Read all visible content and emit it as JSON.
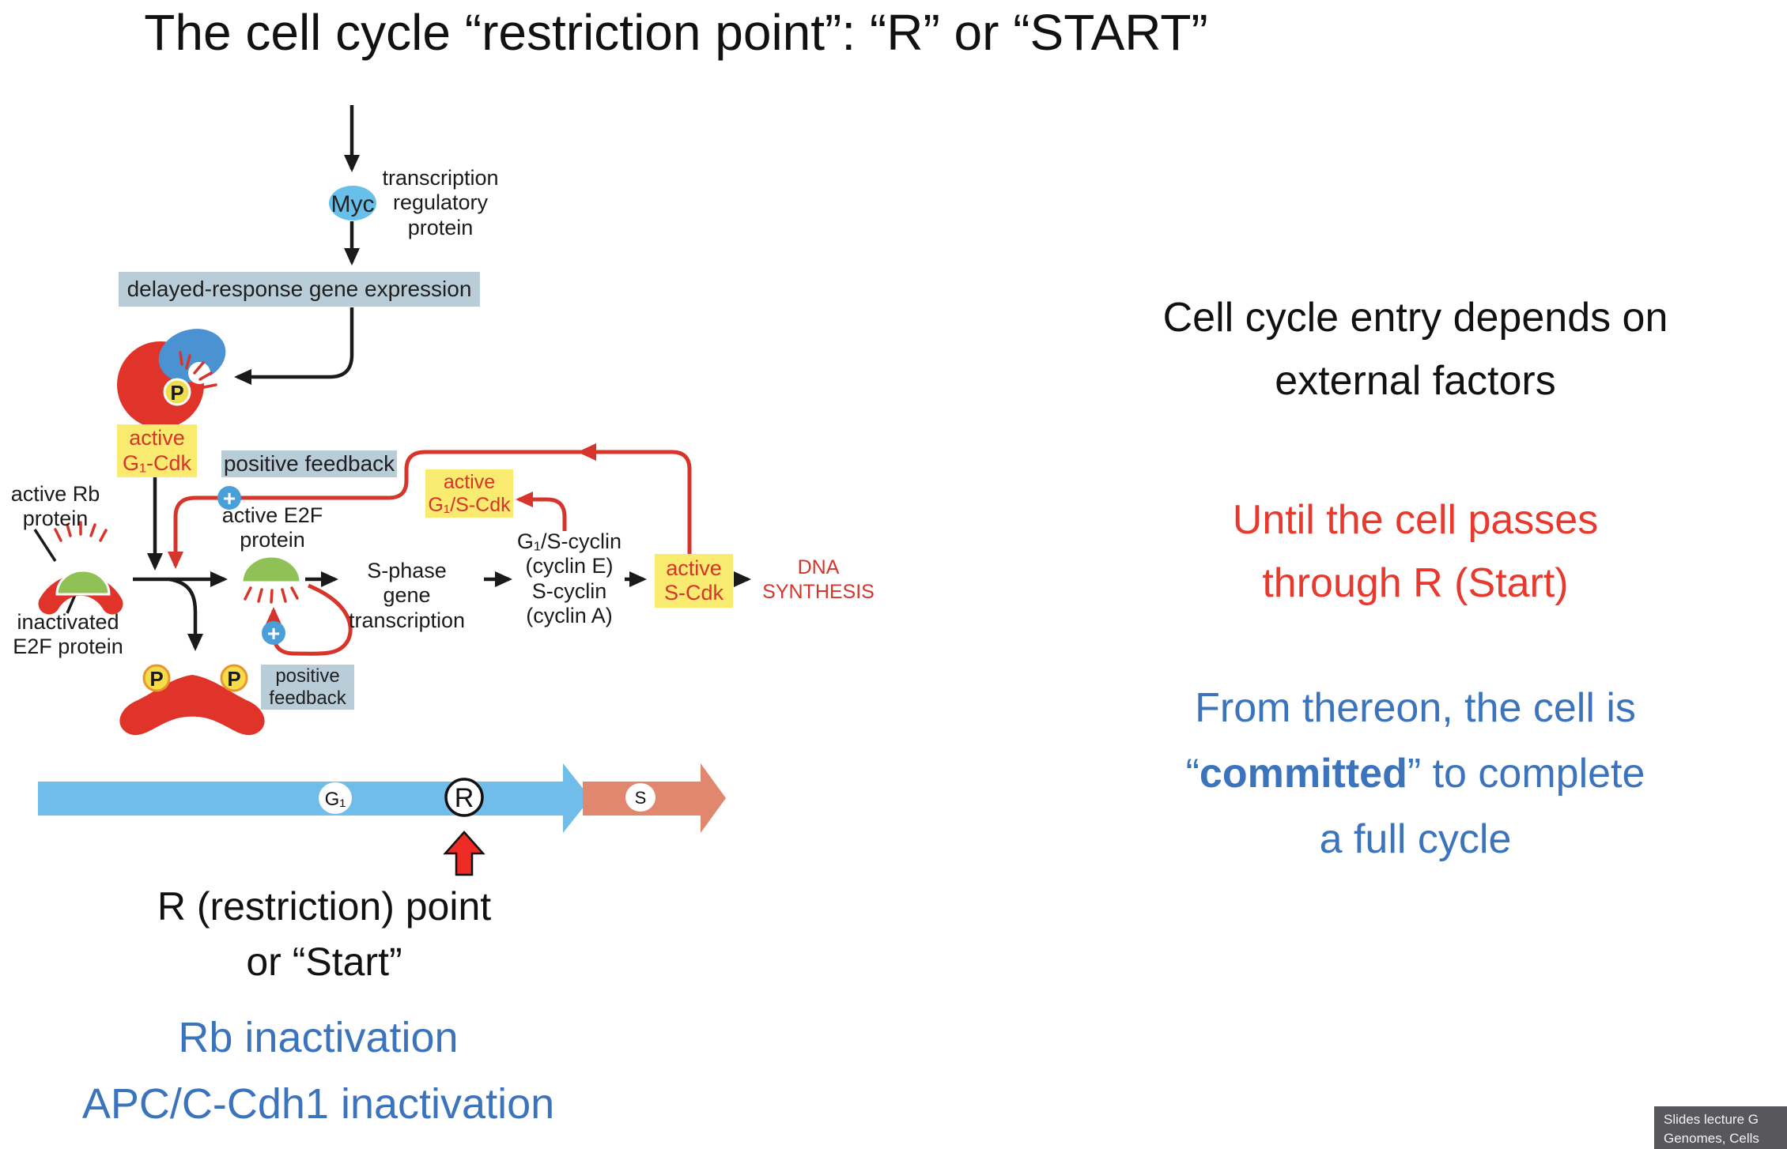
{
  "title": "The cell cycle “restriction point”: “R” or “START”",
  "colors": {
    "yellow_box": "#f9ea70",
    "gray_label_box": "#b9cdd9",
    "red_line": "#d6352b",
    "red_shape": "#e0332a",
    "green_protein": "#8fc156",
    "myc_blue": "#68bfea",
    "cyclin_blue_blob": "#4a92d2",
    "plus_circle_blue": "#4a9fd8",
    "bar_blue": "#6fbde8",
    "bar_salmon": "#e0876e",
    "phosphate_yellow": "#f5dc48",
    "note_blue_text": "#3b74bc",
    "note_red_text": "#e8392e",
    "credit_bg": "#58575c"
  },
  "diagram": {
    "myc_label": "Myc",
    "myc_annotation": "transcription\nregulatory\nprotein",
    "delayed_box": "delayed-response gene expression",
    "active_g1cdk": "active\nG₁-Cdk",
    "active_rb": "active Rb\nprotein",
    "inactivated_e2f": "inactivated\nE2F protein",
    "positive_feedback_top": "positive feedback",
    "positive_feedback_bottom": "positive\nfeedback",
    "active_e2f": "active E2F\nprotein",
    "s_phase": "S-phase gene\ntranscription",
    "cyclins": "G₁/S-cyclin\n(cyclin E)\nS-cyclin\n(cyclin A)",
    "active_g1s_cdk": "active\nG₁/S-Cdk",
    "active_s_cdk": "active\nS-Cdk",
    "dna_synthesis": "DNA\nSYNTHESIS",
    "phosphate": "P",
    "plus": "+",
    "bar_g1": "G₁",
    "bar_r": "R",
    "bar_s": "S",
    "restriction_caption": "R (restriction) point\nor “Start”",
    "inactivation_notes": "Rb inactivation\nAPC/C-Cdh1 inactivation"
  },
  "right_panel": {
    "black_text": "Cell cycle entry depends on\nexternal factors",
    "red_text": "Until the cell passes\nthrough R (Start)",
    "blue_line1": "From thereon, the cell is",
    "blue_line2_pre": "“",
    "blue_line2_bold": "committed",
    "blue_line2_post": "” to complete",
    "blue_line3": "a full cycle"
  },
  "footer": {
    "credit": "Slides lecture G\nGenomes, Cells"
  }
}
